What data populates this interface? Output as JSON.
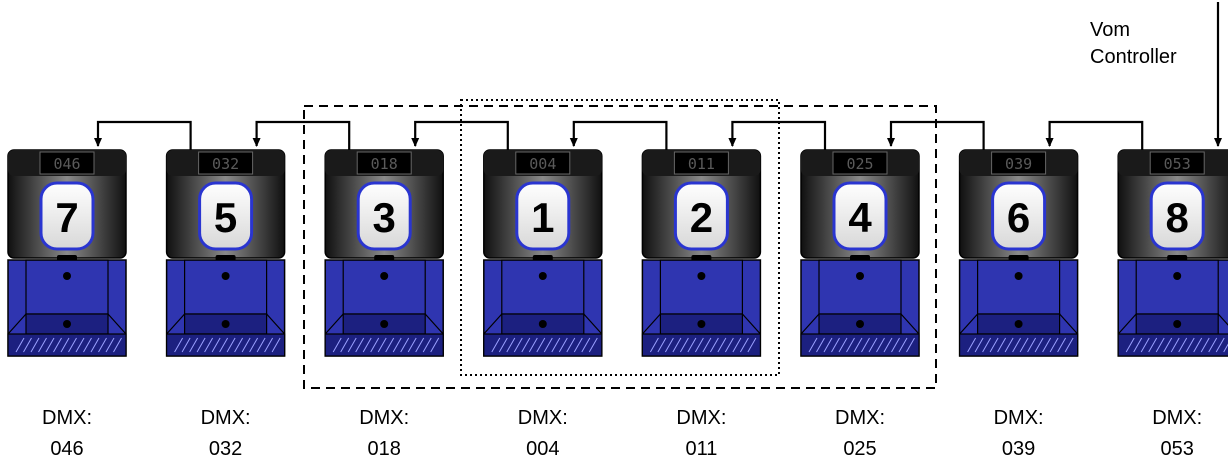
{
  "controller_label": [
    "Vom",
    "Controller"
  ],
  "dmx_prefix": "DMX:",
  "devices": [
    {
      "number": "7",
      "address": "046"
    },
    {
      "number": "5",
      "address": "032"
    },
    {
      "number": "3",
      "address": "018"
    },
    {
      "number": "1",
      "address": "004"
    },
    {
      "number": "2",
      "address": "011"
    },
    {
      "number": "4",
      "address": "025"
    },
    {
      "number": "6",
      "address": "039"
    },
    {
      "number": "8",
      "address": "053"
    }
  ],
  "colors": {
    "body_dark": "#1a1a1a",
    "body_gray": "#6e6e6e",
    "blue": "#2f35b0",
    "blue_dark": "#1c2080",
    "badge_border": "#2a35d0",
    "line": "#000000"
  }
}
